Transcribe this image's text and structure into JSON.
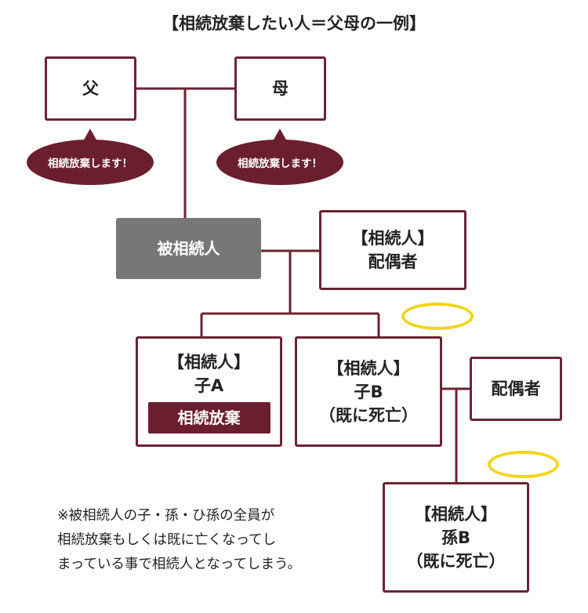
{
  "title": "【相続放棄したい人＝父母の一例】",
  "father": {
    "label": "父",
    "bubble": "相続放棄します！"
  },
  "mother": {
    "label": "母",
    "bubble": "相続放棄します！"
  },
  "decedent": {
    "label": "被相続人"
  },
  "spouse": {
    "heading": "【相続人】",
    "label": "配偶者"
  },
  "child_a": {
    "heading": "【相続人】",
    "label": "子A",
    "tag": "相続放棄"
  },
  "child_b": {
    "heading": "【相続人】",
    "label": "子B",
    "status": "（既に死亡）"
  },
  "child_b_spouse": {
    "label": "配偶者"
  },
  "grandchild_b": {
    "heading": "【相続人】",
    "label": "孫B",
    "status": "（既に死亡）"
  },
  "note": [
    "※被相続人の子・孫・ひ孫の全員が",
    "相続放棄もしくは既に亡くなってし",
    "まっている事で相続人となってしまう。"
  ],
  "colors": {
    "border": "#6b2433",
    "bubble": "#6b1f2e",
    "decedent": "#777777",
    "halo": "#f2d41a"
  }
}
